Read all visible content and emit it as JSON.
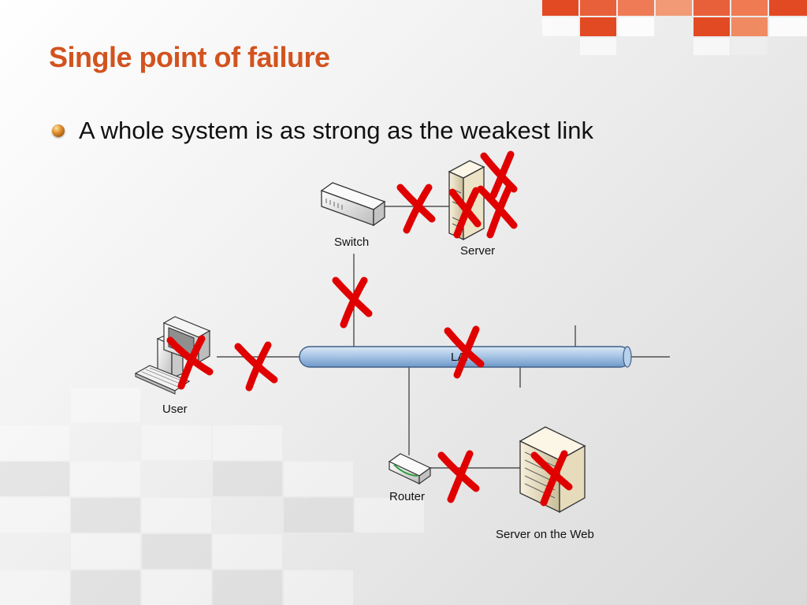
{
  "slide": {
    "title": "Single point of failure",
    "bullet": "A whole system is as strong as the weakest link"
  },
  "diagram": {
    "nodes": {
      "switch": {
        "label": "Switch"
      },
      "server": {
        "label": "Server"
      },
      "user": {
        "label": "User"
      },
      "router": {
        "label": "Router"
      },
      "web_server": {
        "label": "Server on the Web"
      }
    },
    "bus_label": "LAN",
    "failure_mark_color": "#e00000"
  },
  "theme": {
    "title_color": "#d2531f",
    "accent_tiles": [
      "#e8532a",
      "#f0794f",
      "#f5a78a"
    ]
  }
}
